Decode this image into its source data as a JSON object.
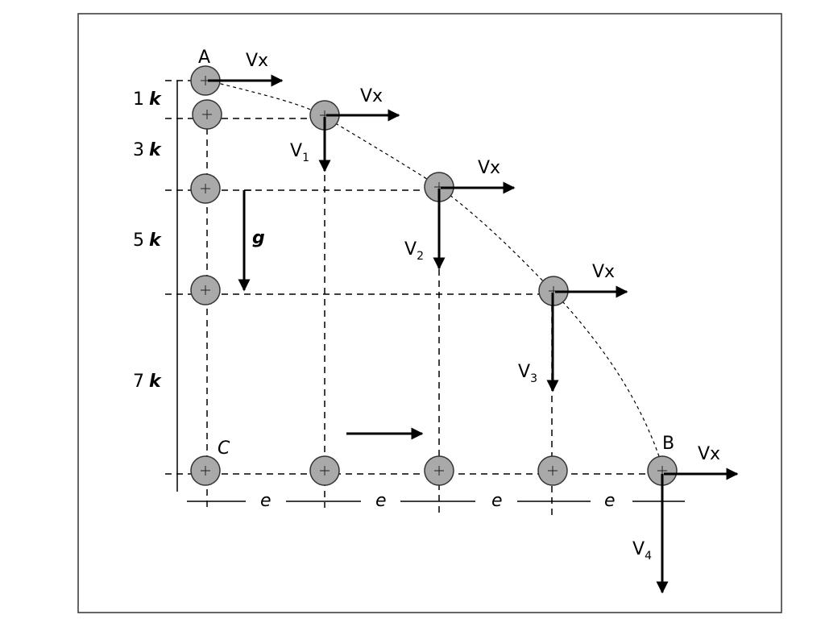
{
  "points": {
    "A": "A",
    "B": "B",
    "C": "C"
  },
  "vectors": {
    "vx": "Vx",
    "v1": {
      "base": "V",
      "sub": "1"
    },
    "v2": {
      "base": "V",
      "sub": "2"
    },
    "v3": {
      "base": "V",
      "sub": "3"
    },
    "v4": {
      "base": "V",
      "sub": "4"
    },
    "g": "g"
  },
  "vertical_intervals": [
    {
      "coef": "1",
      "unit": "k"
    },
    {
      "coef": "3",
      "unit": "k"
    },
    {
      "coef": "5",
      "unit": "k"
    },
    {
      "coef": "7",
      "unit": "k"
    }
  ],
  "horizontal_intervals": [
    "e",
    "e",
    "e",
    "e"
  ],
  "colors": {
    "ball_fill": "#a9a9a9",
    "ink": "#000000",
    "frame": "#333333"
  }
}
